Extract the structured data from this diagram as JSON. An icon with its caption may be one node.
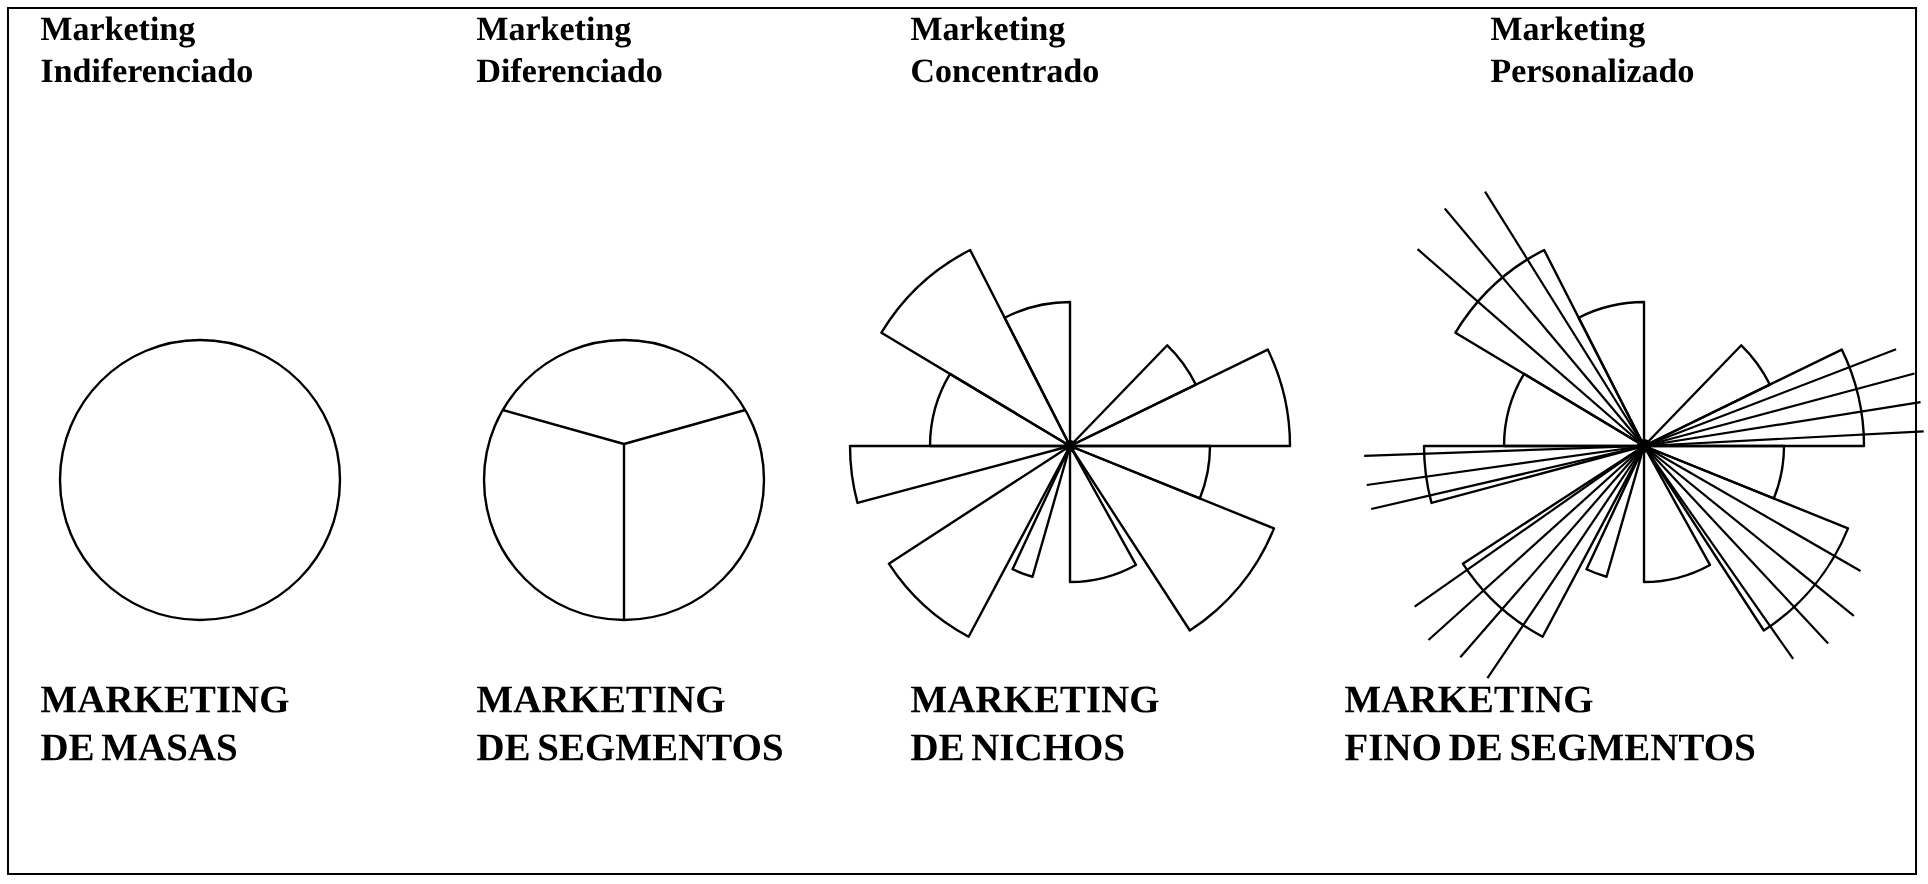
{
  "diagram": {
    "labels": [
      "Marketing Indiferenciado",
      "Marketing Diferenciado",
      "Marketing Concentrado",
      "Marketing Personalizado",
      "MARKETING DE MASAS",
      "MARKETING DE SEGMENTOS",
      "MARKETING DE NICHOS",
      "MARKETING FINO DE SEGMENTOS"
    ]
  }
}
